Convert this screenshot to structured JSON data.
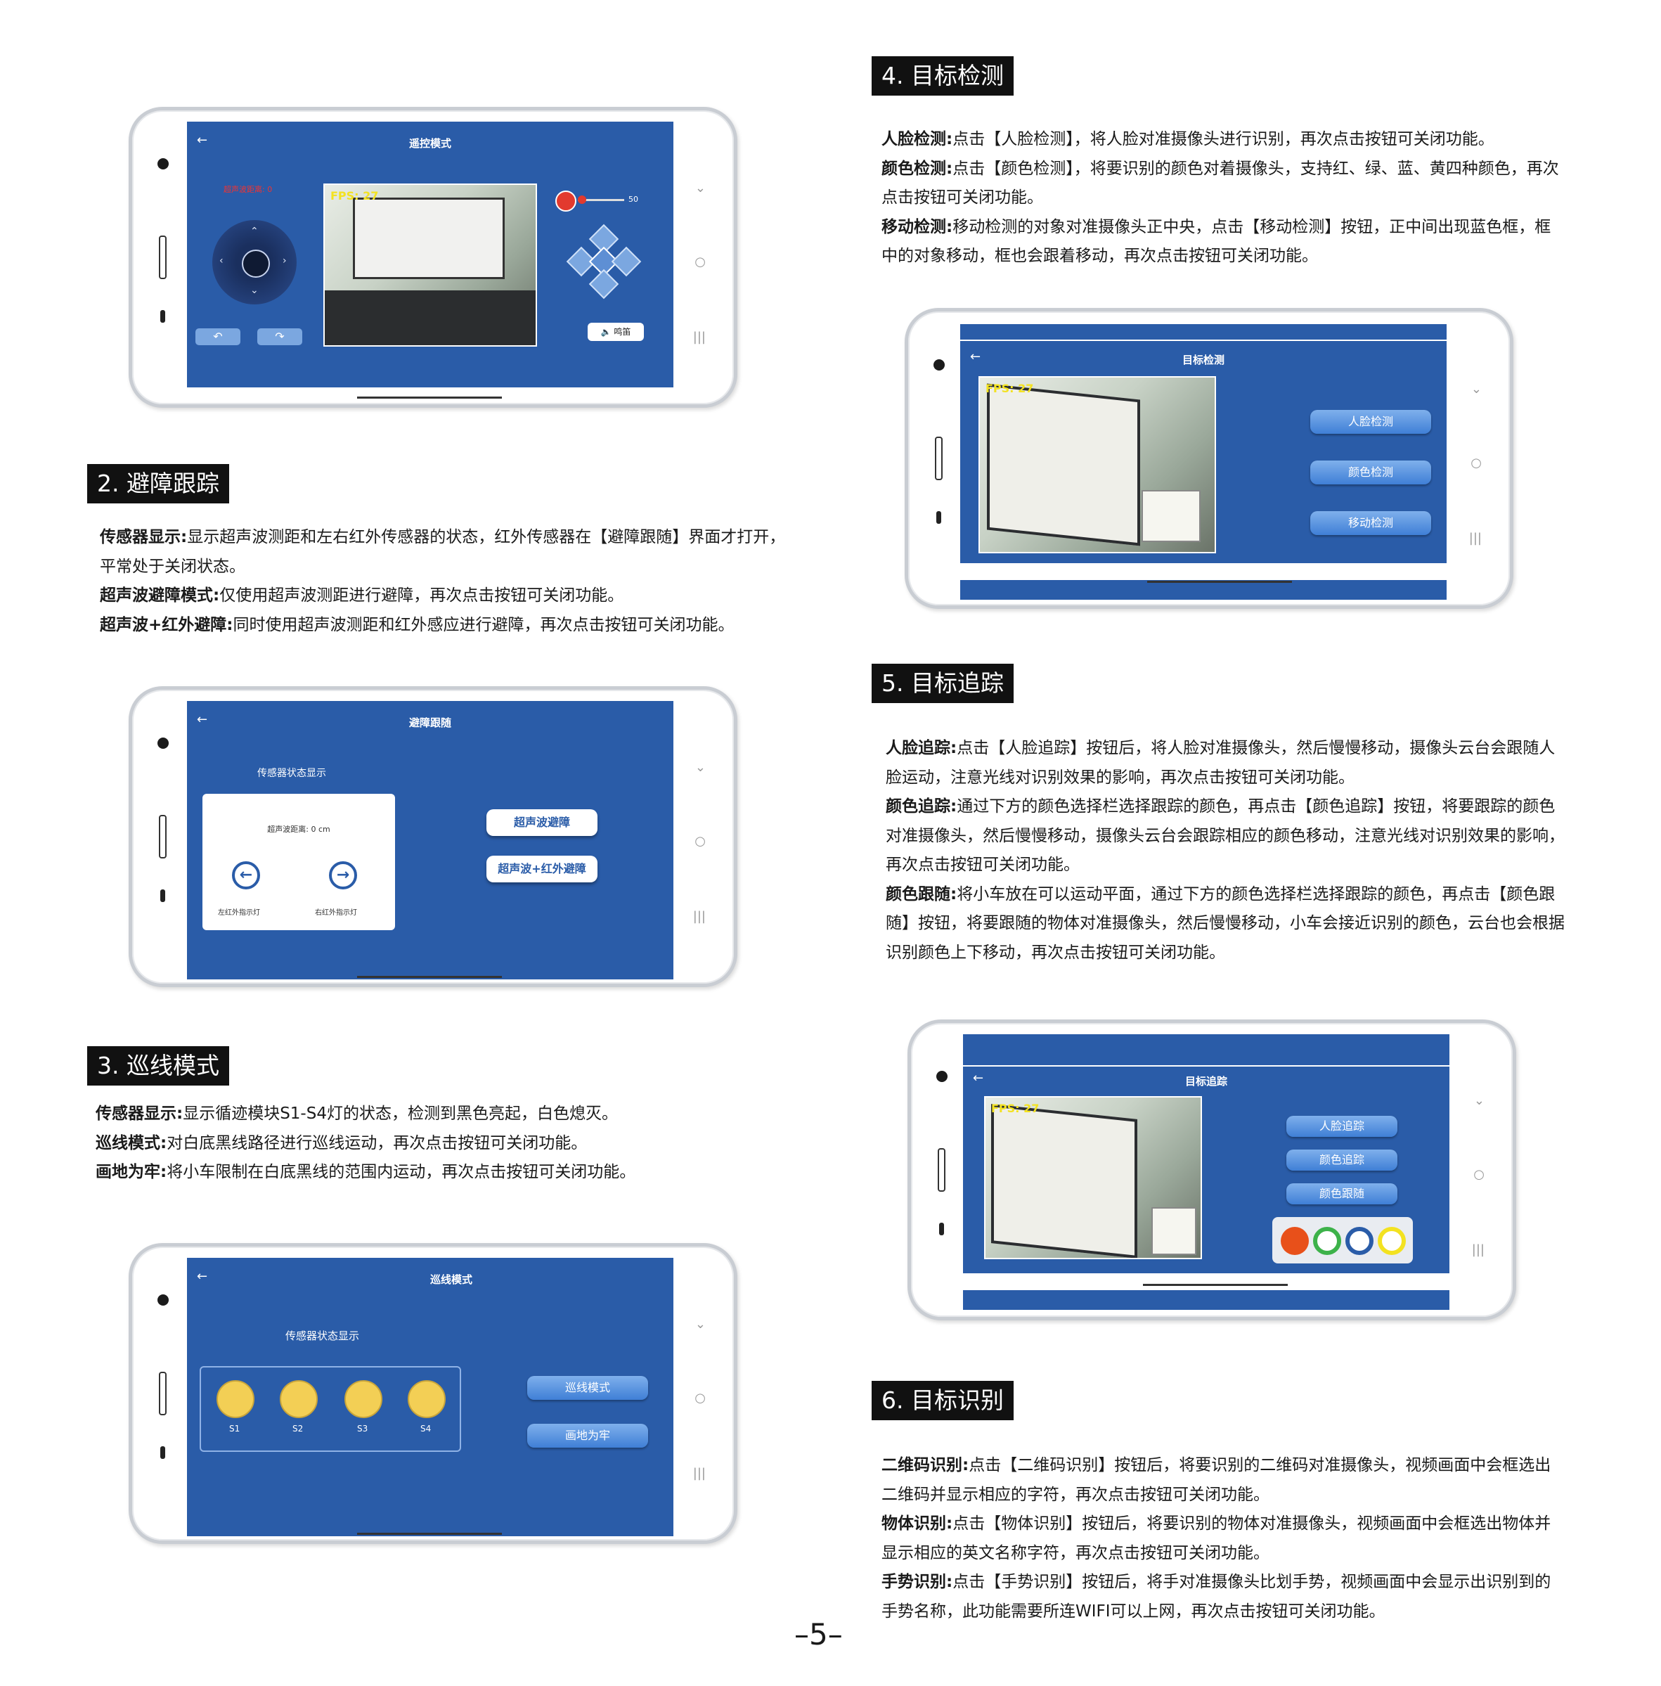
{
  "page_number": "–5–",
  "sections": [
    {
      "heading": "2. 避障跟踪",
      "paras": [
        {
          "bold": "传感器显示:",
          "text": "显示超声波测距和左右红外传感器的状态，红外传感器在【避障跟随】界面才打开，平常处于关闭状态。"
        },
        {
          "bold": "超声波避障模式:",
          "text": "仅使用超声波测距进行避障，再次点击按钮可关闭功能。"
        },
        {
          "bold": "超声波+红外避障:",
          "text": "同时使用超声波测距和红外感应进行避障，再次点击按钮可关闭功能。"
        }
      ]
    },
    {
      "heading": "3. 巡线模式",
      "paras": [
        {
          "bold": "传感器显示:",
          "text": "显示循迹模块S1-S4灯的状态，检测到黑色亮起，白色熄灭。"
        },
        {
          "bold": "巡线模式:",
          "text": "对白底黑线路径进行巡线运动，再次点击按钮可关闭功能。"
        },
        {
          "bold": "画地为牢:",
          "text": "将小车限制在白底黑线的范围内运动，再次点击按钮可关闭功能。"
        }
      ]
    },
    {
      "heading": "4. 目标检测",
      "paras": [
        {
          "bold": "人脸检测:",
          "text": "点击【人脸检测】，将人脸对准摄像头进行识别，再次点击按钮可关闭功能。"
        },
        {
          "bold": "颜色检测:",
          "text": "点击【颜色检测】，将要识别的颜色对着摄像头，支持红、绿、蓝、黄四种颜色，再次点击按钮可关闭功能。"
        },
        {
          "bold": "移动检测:",
          "text": "移动检测的对象对准摄像头正中央，点击【移动检测】按钮，正中间出现蓝色框，框中的对象移动，框也会跟着移动，再次点击按钮可关闭功能。"
        }
      ]
    },
    {
      "heading": "5. 目标追踪",
      "paras": [
        {
          "bold": "人脸追踪:",
          "text": "点击【人脸追踪】按钮后，将人脸对准摄像头，然后慢慢移动，摄像头云台会跟随人脸运动，注意光线对识别效果的影响，再次点击按钮可关闭功能。"
        },
        {
          "bold": "颜色追踪:",
          "text": "通过下方的颜色选择栏选择跟踪的颜色，再点击【颜色追踪】按钮，将要跟踪的颜色对准摄像头，然后慢慢移动，摄像头云台会跟踪相应的颜色移动，注意光线对识别效果的影响，再次点击按钮可关闭功能。"
        },
        {
          "bold": "颜色跟随:",
          "text": "将小车放在可以运动平面，通过下方的颜色选择栏选择跟踪的颜色，再点击【颜色跟随】按钮，将要跟随的物体对准摄像头，然后慢慢移动，小车会接近识别的颜色，云台也会根据识别颜色上下移动，再次点击按钮可关闭功能。"
        }
      ]
    },
    {
      "heading": "6. 目标识别",
      "paras": [
        {
          "bold": "二维码识别:",
          "text": "点击【二维码识别】按钮后，将要识别的二维码对准摄像头，视频画面中会框选出二维码并显示相应的字符，再次点击按钮可关闭功能。"
        },
        {
          "bold": "物体识别:",
          "text": "点击【物体识别】按钮后，将要识别的物体对准摄像头，视频画面中会框选出物体并显示相应的英文名称字符，再次点击按钮可关闭功能。"
        },
        {
          "bold": "手势识别:",
          "text": "点击【手势识别】按钮后，将手对准摄像头比划手势，视频画面中会显示出识别到的手势名称，此功能需要所连WIFI可以上网，再次点击按钮可关闭功能。"
        }
      ]
    }
  ],
  "screens": {
    "remote": {
      "title": "遥控模式",
      "fps": "FPS: 27",
      "slider_value": "50",
      "horn_label": "鸣笛",
      "distance_label": "超声波距离: 0"
    },
    "avoid": {
      "title": "避障跟随",
      "sensor_title": "传感器状态显示",
      "distance": "超声波距离: 0 cm",
      "left_ir": "左红外指示灯",
      "right_ir": "右红外指示灯",
      "btn1": "超声波避障",
      "btn2": "超声波+红外避障"
    },
    "line": {
      "title": "巡线模式",
      "sensor_title": "传感器状态显示",
      "sensors": [
        "S1",
        "S2",
        "S3",
        "S4"
      ],
      "btn1": "巡线模式",
      "btn2": "画地为牢"
    },
    "detect": {
      "title": "目标检测",
      "fps": "FPS: 27",
      "btn1": "人脸检测",
      "btn2": "颜色检测",
      "btn3": "移动检测"
    },
    "track": {
      "title": "目标追踪",
      "fps": "FPS: 27",
      "btn1": "人脸追踪",
      "btn2": "颜色追踪",
      "btn3": "颜色跟随"
    }
  },
  "colors": {
    "screen_blue": "#2a5ca8",
    "sensor_yellow": "#f3cf55",
    "color_red": "#e8501a",
    "color_green": "#3db24a",
    "color_blue": "#2a5ca8",
    "color_yellow": "#f3e221"
  }
}
